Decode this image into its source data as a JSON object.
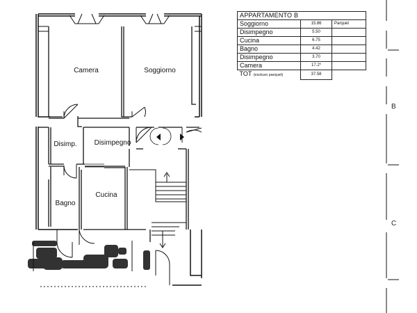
{
  "apartment_table": {
    "title": "APPARTAMENTO B",
    "rows": [
      {
        "room": "Soggiorno",
        "area": "15.86",
        "finish": "Parquet"
      },
      {
        "room": "Disimpegno",
        "area": "5.50",
        "finish": ""
      },
      {
        "room": "Cucina",
        "area": "6.75",
        "finish": ""
      },
      {
        "room": "Bagno",
        "area": "4.42",
        "finish": ""
      },
      {
        "room": "Disimpegno",
        "area": "3.70",
        "finish": ""
      },
      {
        "room": "Camera",
        "area": "17.2*",
        "finish": ""
      }
    ],
    "total": {
      "label": "TOT",
      "note": "(escluso parquet)",
      "value": "37.58"
    }
  },
  "room_labels": {
    "camera": "Camera",
    "soggiorno": "Soggiorno",
    "disimp": "Disimp.",
    "disimpegno": "Disimpegno",
    "bagno": "Bagno",
    "cucina": "Cucina"
  },
  "grid_labels": {
    "b": "B",
    "c": "C"
  },
  "colors": {
    "line": "#111111",
    "background": "#ffffff",
    "shrub": "#1c1c1c"
  }
}
